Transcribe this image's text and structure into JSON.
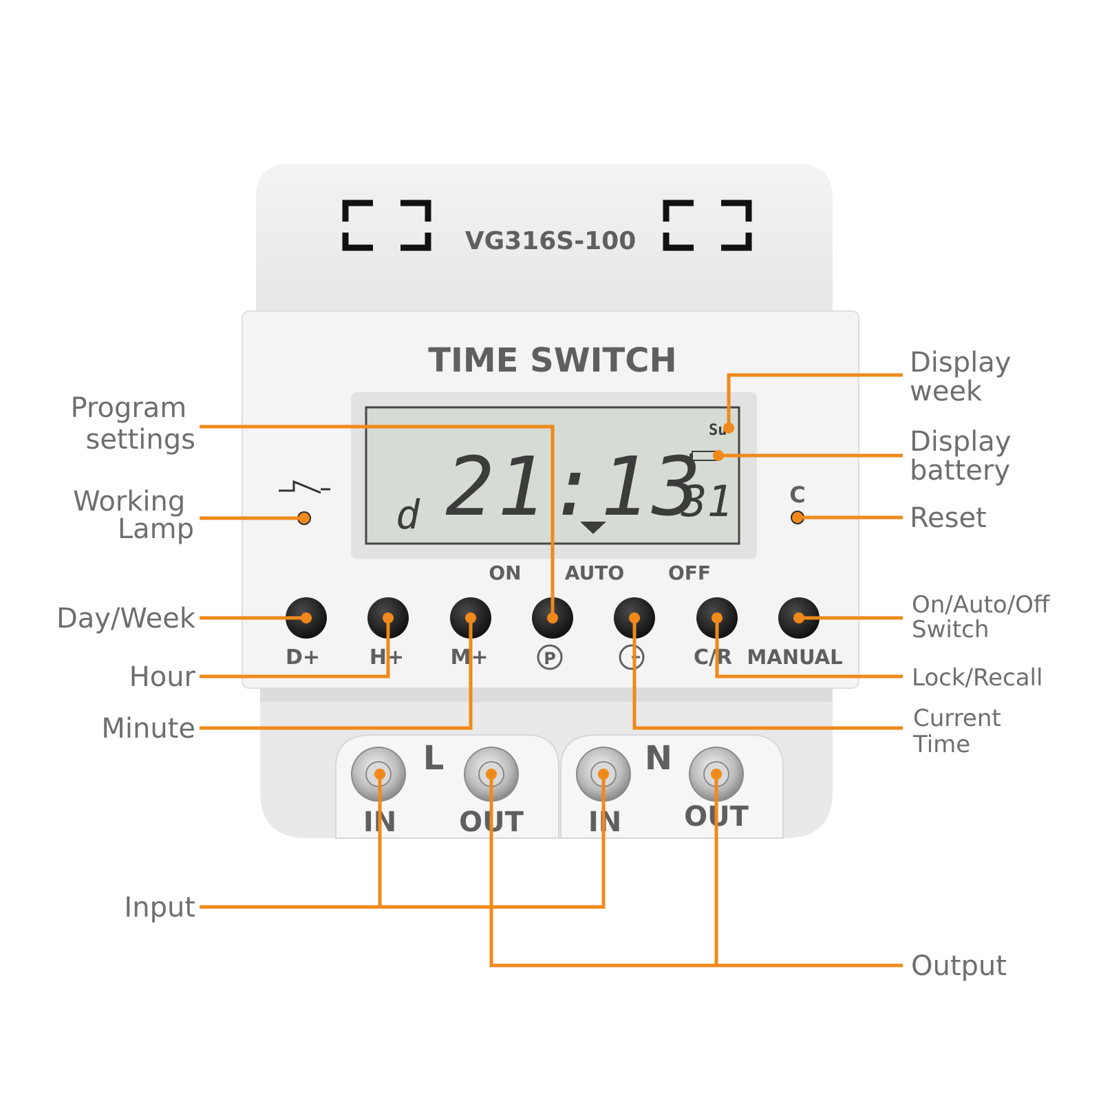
{
  "device": {
    "model": "VG316S-100",
    "title": "TIME SWITCH",
    "lcd": {
      "day_indicator": "Su",
      "mode_digit": "d",
      "time": "21:13",
      "seconds": "31"
    },
    "reset_label": "C",
    "mode_labels": {
      "on": "ON",
      "auto": "AUTO",
      "off": "OFF"
    },
    "buttons": [
      {
        "label": "D+"
      },
      {
        "label": "H+"
      },
      {
        "label": "M+"
      },
      {
        "label": "P",
        "icon": "circled-p-icon"
      },
      {
        "label": "",
        "icon": "clock-icon"
      },
      {
        "label": "C/R"
      },
      {
        "label": "MANUAL"
      }
    ],
    "terminal_groups": [
      {
        "label": "L",
        "terminals": [
          "IN",
          "OUT"
        ]
      },
      {
        "label": "N",
        "terminals": [
          "IN",
          "OUT"
        ]
      }
    ]
  },
  "callouts": {
    "program_settings": [
      "Program",
      "settings"
    ],
    "working_lamp": [
      "Working",
      "Lamp"
    ],
    "day_week": "Day/Week",
    "hour": "Hour",
    "minute": "Minute",
    "input": "Input",
    "display_week": [
      "Display",
      "week"
    ],
    "display_battery": [
      "Display",
      "battery"
    ],
    "reset": "Reset",
    "switch": [
      "On/Auto/Off",
      "Switch"
    ],
    "lock_recall": "Lock/Recall",
    "current_time": [
      "Current",
      "Time"
    ],
    "output": "Output"
  },
  "colors": {
    "leader": "#f0891a",
    "body": "#ececec",
    "lcd": "#d6dcd4",
    "button": "#1c1c1c",
    "text": "#6e6e6e"
  }
}
